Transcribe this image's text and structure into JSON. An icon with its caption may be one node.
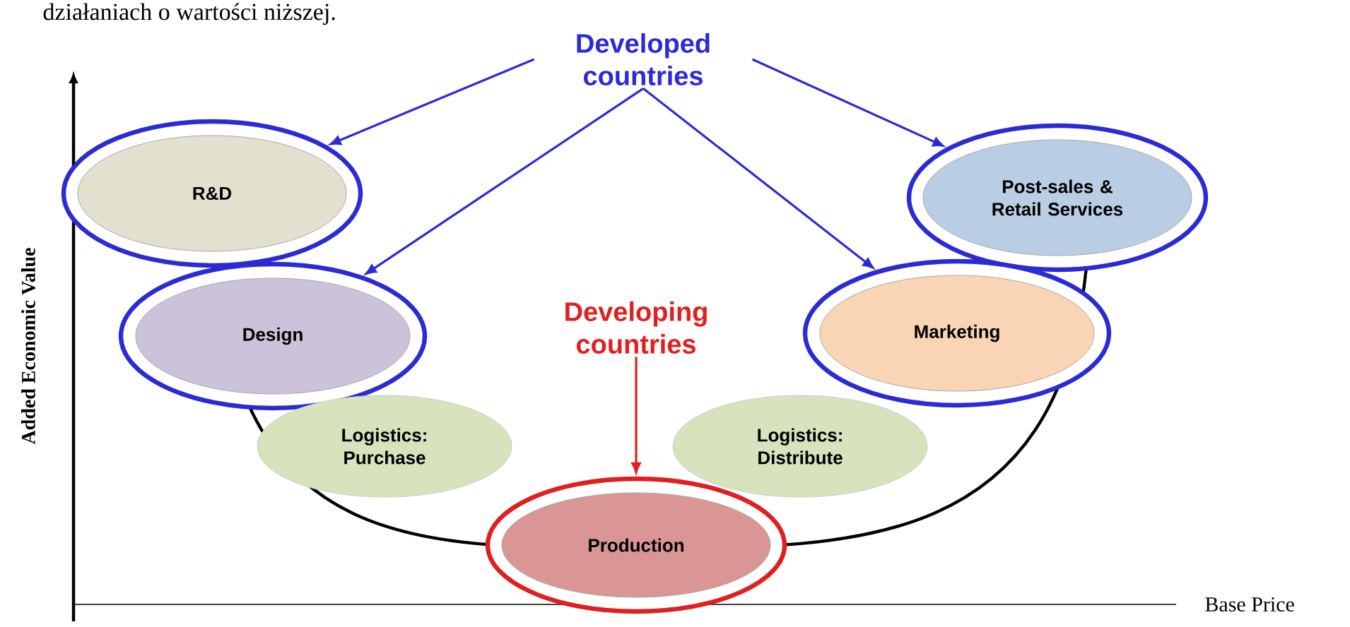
{
  "diagram": {
    "nodes": [
      {
        "text": [
          "Developed countries"
        ]
      },
      {
        "text": [
          "R&D"
        ]
      },
      {
        "text": [
          "Post-sales & Retail Services"
        ]
      },
      {
        "text": [
          "Design"
        ]
      },
      {
        "text": [
          "Developing countries"
        ]
      },
      {
        "text": [
          "Marketing"
        ]
      },
      {
        "text": [
          "Logistics: Purchase"
        ]
      },
      {
        "text": [
          "Logistics: Distribute"
        ]
      },
      {
        "text": [
          "Production"
        ]
      }
    ],
    "edges": [
      {
        "from": 0,
        "to": 1,
        "arrow": "to"
      },
      {
        "from": 0,
        "to": 2,
        "arrow": "to"
      },
      {
        "from": 0,
        "to": 3,
        "arrow": "to"
      },
      {
        "from": 0,
        "to": 5,
        "arrow": "to"
      },
      {
        "from": 4,
        "to": 8,
        "arrow": "to",
        "color": "#e02020"
      }
    ],
    "labels": [
      "działaniach o wartości niższej.",
      "Added Economic Value",
      "Base Price"
    ]
  }
}
